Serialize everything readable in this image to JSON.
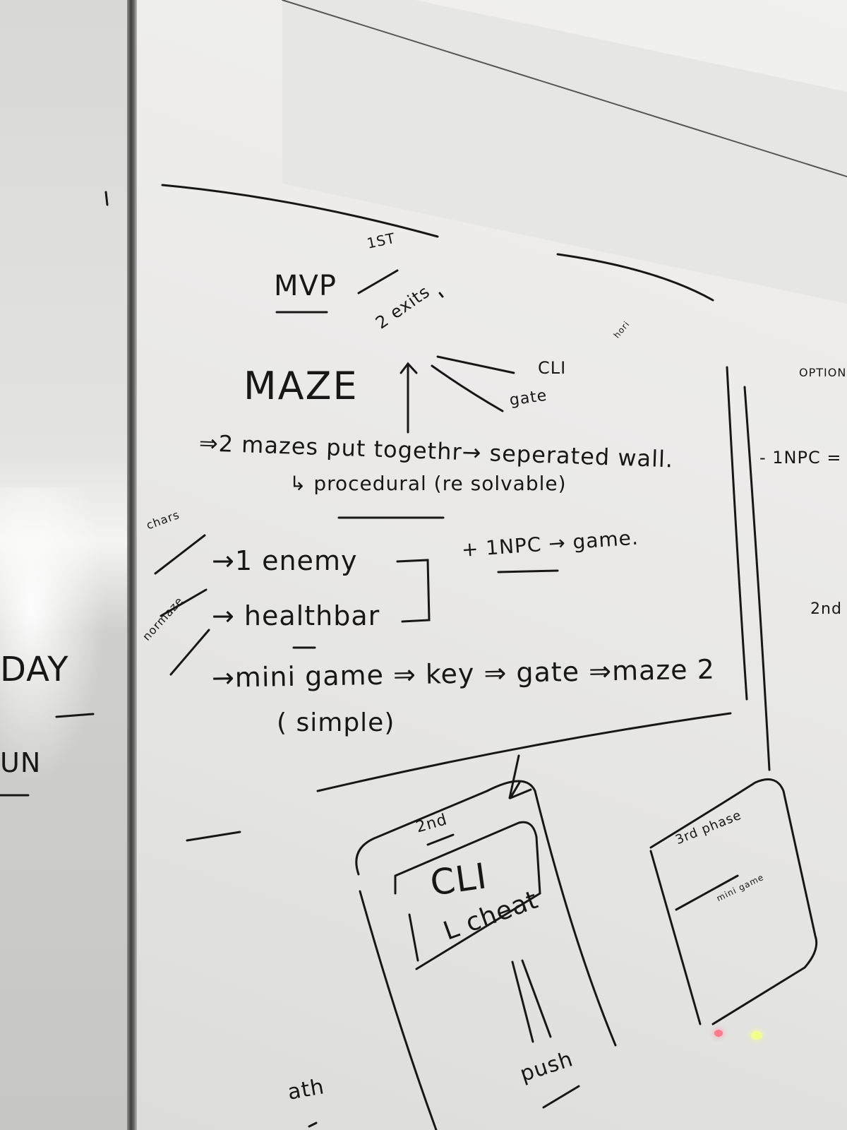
{
  "board": {
    "mvp": "MVP",
    "first": "1ST",
    "exits": "2 exits",
    "cli_small": "CLI",
    "gate_small": "gate",
    "hori": "hori",
    "maze": "MAZE",
    "line_mazes": "⇒2 mazes put togethr→ seperated wall.",
    "line_procedural": "↳ procedural (re solvable)",
    "chars": "chars",
    "enemy": "→1 enemy",
    "npc_note": "+ 1NPC → game.",
    "health": "→ healthbar",
    "normaze": "normaze",
    "minigame_line": "→mini game ⇒ key ⇒ gate ⇒maze 2",
    "simple": "( simple)"
  },
  "right_edge": {
    "option": "OPTION",
    "npc": "- 1NPC =",
    "second": "2nd"
  },
  "left_board": {
    "day": "DAY",
    "un": "UN"
  },
  "second_phase_box": {
    "label": "2nd",
    "cli": "CLI",
    "cheat": "L cheat",
    "push": "push"
  },
  "third_phase_box": {
    "label": "3rd phase",
    "minigame": "mini game"
  },
  "bottom": {
    "ath": "ath"
  },
  "colors": {
    "ink": "#171717",
    "board": "#ecebea",
    "frame": "#3e3e3c"
  }
}
